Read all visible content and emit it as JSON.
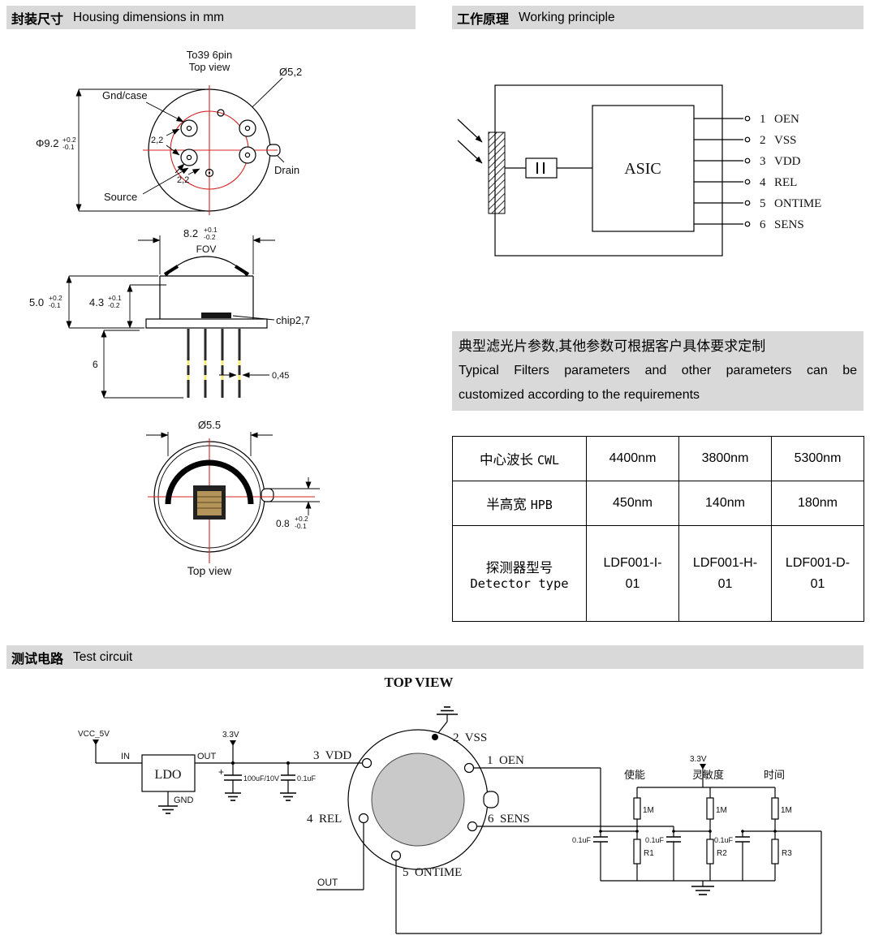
{
  "sections": {
    "housing": {
      "zh": "封装尺寸",
      "en": "Housing dimensions in mm"
    },
    "working": {
      "zh": "工作原理",
      "en": "Working principle"
    },
    "test": {
      "zh": "测试电路",
      "en": "Test circuit"
    }
  },
  "housing": {
    "pkg_line1": "To39 6pin",
    "pkg_line2": "Top view",
    "hole_dia": "Ø5,2",
    "gnd_case": "Gnd/case",
    "body_dia": "Φ9.2",
    "body_dia_tol_up": "+0.2",
    "body_dia_tol_dn": "-0.1",
    "pitch_a": "2,2",
    "pitch_b": "2,2",
    "drain": "Drain",
    "source": "Source",
    "cap_dia": "8.2",
    "cap_dia_tol_up": "+0.1",
    "cap_dia_tol_dn": "-0.2",
    "fov": "FOV",
    "height": "5.0",
    "height_tol_up": "+0.2",
    "height_tol_dn": "-0.1",
    "body_h": "4.3",
    "body_h_tol_up": "+0.1",
    "body_h_tol_dn": "-0.2",
    "chip": "chip2,7",
    "pin_len": "6",
    "pin_dia": "0,45",
    "win_dia": "Ø5.5",
    "tab_h": "0.8",
    "tab_tol_up": "+0.2",
    "tab_tol_dn": "-0.1",
    "bottom_caption": "Top view"
  },
  "working": {
    "asic": "ASIC",
    "pins": [
      {
        "num": "1",
        "name": "OEN"
      },
      {
        "num": "2",
        "name": "VSS"
      },
      {
        "num": "3",
        "name": "VDD"
      },
      {
        "num": "4",
        "name": "REL"
      },
      {
        "num": "5",
        "name": "ONTIME"
      },
      {
        "num": "6",
        "name": "SENS"
      }
    ]
  },
  "note": {
    "zh": "典型滤光片参数,其他参数可根据客户具体要求定制",
    "en1": "Typical Filters parameters and other parameters can be",
    "en2": "customized according to the requirements"
  },
  "table": {
    "rows": [
      {
        "zh": "中心波长",
        "en": "CWL",
        "v": [
          "4400nm",
          "3800nm",
          "5300nm"
        ]
      },
      {
        "zh": "半高宽",
        "en": "HPB",
        "v": [
          "450nm",
          "140nm",
          "180nm"
        ]
      },
      {
        "zh": "探测器型号",
        "en": "Detector type",
        "v": [
          "LDF001-I-01",
          "LDF001-H-01",
          "LDF001-D-01"
        ]
      }
    ]
  },
  "circuit": {
    "title": "TOP VIEW",
    "vcc": "VCC_5V",
    "in": "IN",
    "ldo": "LDO",
    "out": "OUT",
    "gnd": "GND",
    "v33a": "3.3V",
    "plus": "+",
    "c_bulk": "100uF/10V",
    "c_dec": "0.1uF",
    "pin_vss": "2  VSS",
    "pin_oen": "1  OEN",
    "pin_vdd": "3  VDD",
    "pin_rel": "4  REL",
    "pin_sens": "6  SENS",
    "pin_ontime": "5  ONTIME",
    "out_sig": "OUT",
    "enable": "使能",
    "sens_zh": "灵敏度",
    "time_zh": "时间",
    "v33b": "3.3V",
    "r_pull": "1M",
    "c_f": "0.1uF",
    "r1": "R1",
    "r2": "R2",
    "r3": "R3"
  }
}
